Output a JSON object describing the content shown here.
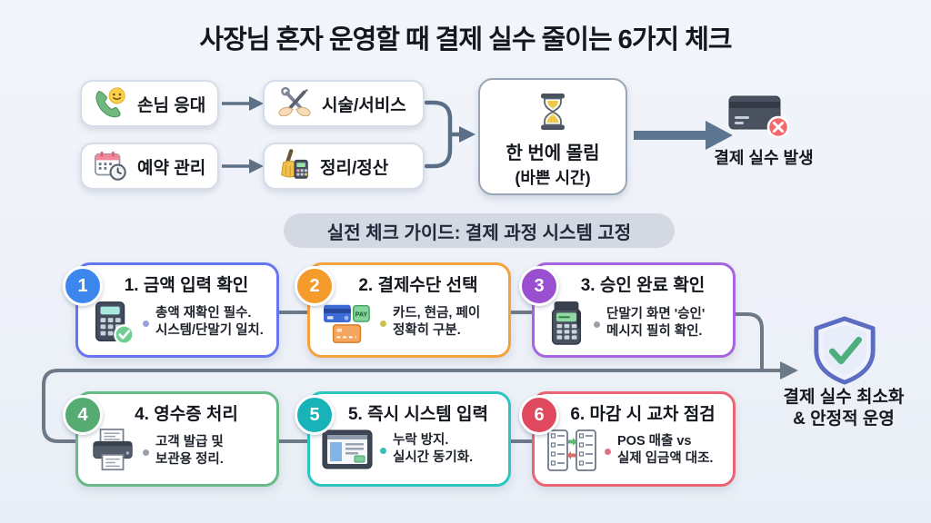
{
  "title": "사장님 혼자 운영할 때 결제 실수 줄이는 6가지 체크",
  "top_flow": {
    "customer_box": {
      "label": "손님 응대",
      "icon": "phone-smiley-icon"
    },
    "service_box": {
      "label": "시술/서비스",
      "icon": "hands-tools-icon"
    },
    "reservation_box": {
      "label": "예약 관리",
      "icon": "calendar-clock-icon"
    },
    "settlement_box": {
      "label": "정리/정산",
      "icon": "broom-calculator-icon"
    },
    "bottleneck_box": {
      "line1": "한 번에 몰림",
      "line2": "(바쁜 시간)",
      "icon": "hourglass-icon"
    },
    "result": {
      "label": "결제 실수 발생",
      "icon": "card-error-icon"
    }
  },
  "guide_banner": {
    "label": "실전 체크 가이드: 결제 과정 시스템 고정"
  },
  "checks": [
    {
      "num": "1",
      "title": "1. 금액 입력 확인",
      "desc1": "총액 재확인 필수.",
      "desc2": "시스템/단말기 일치.",
      "icon": "calculator-check-icon",
      "circle": "#3b87ee",
      "border": "#6676ef",
      "dot": "#98a0e0"
    },
    {
      "num": "2",
      "title": "2. 결제수단 선택",
      "desc1": "카드, 현금, 페이",
      "desc2": "정확히 구분.",
      "icon": "payment-cards-icon",
      "circle": "#f59b2c",
      "border": "#f5a23c",
      "dot": "#cbbf54"
    },
    {
      "num": "3",
      "title": "3. 승인 완료 확인",
      "desc1": "단말기 화면 '승인'",
      "desc2": "메시지 필히 확인.",
      "icon": "pos-terminal-icon",
      "circle": "#9a4fd0",
      "border": "#a764e0",
      "dot": "#9aa0a8"
    },
    {
      "num": "4",
      "title": "4. 영수증 처리",
      "desc1": "고객 발급 및",
      "desc2": "보관용 정리.",
      "icon": "printer-receipt-icon",
      "circle": "#55ab72",
      "border": "#66bb87",
      "dot": "#9aa0a8"
    },
    {
      "num": "5",
      "title": "5. 즉시 시스템 입력",
      "desc1": "누락 방지.",
      "desc2": "실시간 동기화.",
      "icon": "tablet-form-icon",
      "circle": "#17b3b8",
      "border": "#2cc6c1",
      "dot": "#3cbcb2"
    },
    {
      "num": "6",
      "title": "6. 마감 시 교차 점검",
      "desc1": "POS 매출 vs",
      "desc2": "실제 입금액 대조.",
      "icon": "compare-lists-icon",
      "circle": "#e0485e",
      "border": "#ea6473",
      "dot": "#dc7280"
    }
  ],
  "outcome": {
    "line1": "결제 실수 최소화",
    "line2": "& 안정적 운영",
    "icon": "shield-check-icon"
  },
  "colors": {
    "connector": "#6e7988",
    "merge_line": "#5a6e86",
    "thick_arrow": "#5d7590"
  }
}
